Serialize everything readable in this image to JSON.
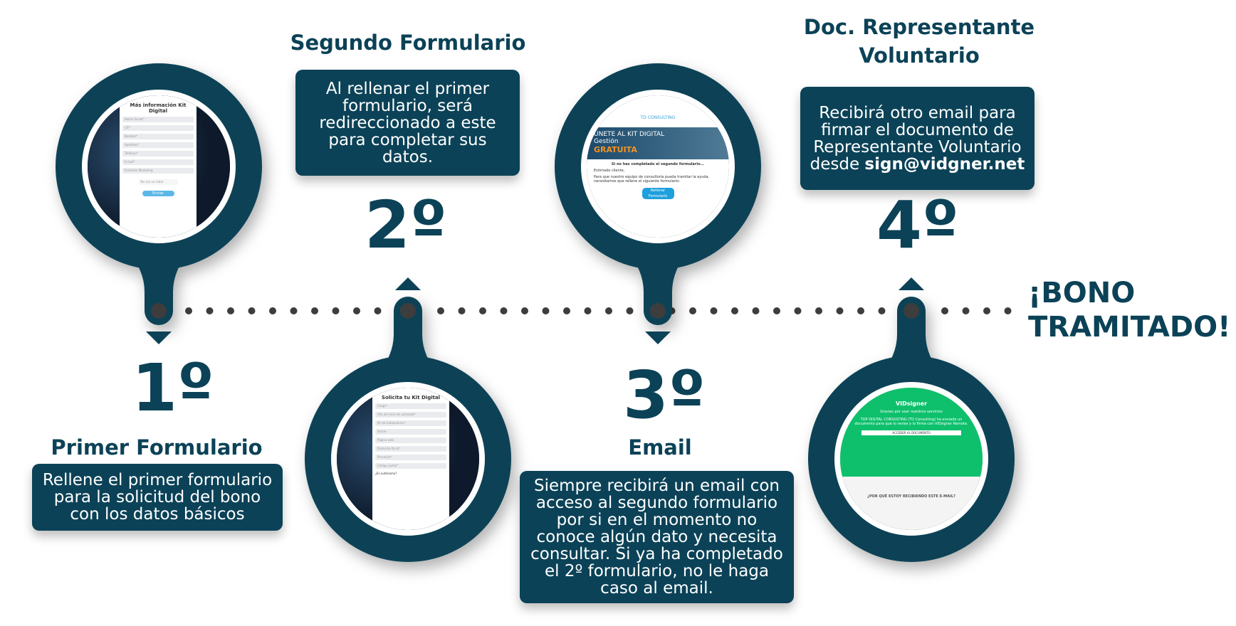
{
  "colors": {
    "primary": "#0b4257",
    "dots": "#3d3d3d",
    "green": "#0ec06c"
  },
  "steps": [
    {
      "number": "1º",
      "title": "Primer Formulario",
      "text": "Rellene el primer formulario para la solicitud del bono con los datos básicos",
      "thumb": {
        "heading": "Más información Kit Digital",
        "fields": [
          "Razón Social*",
          "CIF*",
          "Nombre*",
          "Apellidos*",
          "Teléfono*",
          "E-mail*",
          "Profesión Marketing"
        ],
        "captcha": "No soy un robot",
        "button": "Enviar"
      }
    },
    {
      "number": "2º",
      "title": "Segundo Formulario",
      "text": "Al rellenar el primer formulario, será redireccionado a este para completar sus datos.",
      "thumb": {
        "heading": "Solicita tu Kit Digital",
        "fields": [
          "Cargo*",
          "Año de inicio de actividad*",
          "Nº de trabajadores*",
          "Sector",
          "Página web",
          "Domicilio fiscal*",
          "Provincia*",
          "Código postal*"
        ],
        "toggle": "¿Es autónomo?"
      }
    },
    {
      "number": "3º",
      "title": "Email",
      "text": "Siempre recibirá un email con acceso al segundo formulario por si en el momento no conoce algún dato y necesita consultar. Si ya ha completado el 2º formulario, no le haga caso al email.",
      "thumb": {
        "brand": "TD CONSULTING",
        "banner": "ÚNETE AL KIT DIGITAL",
        "gestion": "Gestión",
        "gratuita": "GRATUITA",
        "notice": "Si no has completado el segundo formulario...",
        "greeting": "Estimado cliente,",
        "body": "Para que nuestro equipo de consultoría pueda tramitar la ayuda, necesitamos que rellene el siguiente formulario:",
        "button": "Rellenar Formulario"
      }
    },
    {
      "number": "4º",
      "title": "Doc. Representante Voluntario",
      "text_before": "Recibirá otro email para firmar el documento de Representante Voluntario desde ",
      "text_bold": "sign@vidgner.net",
      "thumb": {
        "logo": "VIDsigner",
        "thanks": "Gracias por usar nuestros servicios",
        "msg": "TOP DIGITAL CONSULTING (TD Consulting) ha enviado un documento para que lo revise y lo firme con VIDsigner Remote.",
        "button": "ACCEDER AL DOCUMENTO",
        "why": "¿POR QUÉ ESTOY RECIBIENDO ESTE E-MAIL?"
      }
    }
  ],
  "final": {
    "line1": "¡BONO",
    "line2": "TRAMITADO!"
  }
}
